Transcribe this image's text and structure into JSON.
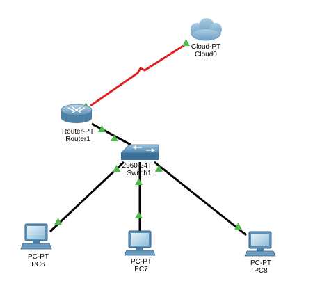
{
  "colors": {
    "ethernet": "#000000",
    "serial": "#e02020",
    "link_up": "#4cbb4c",
    "device_blue": "#5a8fb8"
  },
  "nodes": {
    "cloud": {
      "model": "Cloud-PT",
      "name": "Cloud0",
      "icon": "cloud-icon"
    },
    "router": {
      "model": "Router-PT",
      "name": "Router1",
      "icon": "router-icon"
    },
    "switch": {
      "model": "2960-24TT",
      "name": "Switch1",
      "icon": "switch-icon"
    },
    "pc6": {
      "model": "PC-PT",
      "name": "PC6",
      "icon": "pc-icon"
    },
    "pc7": {
      "model": "PC-PT",
      "name": "PC7",
      "icon": "pc-icon"
    },
    "pc8": {
      "model": "PC-PT",
      "name": "PC8",
      "icon": "pc-icon"
    }
  },
  "links": [
    {
      "from": "Router1",
      "to": "Cloud0",
      "type": "serial",
      "status": "up"
    },
    {
      "from": "Router1",
      "to": "Switch1",
      "type": "ethernet",
      "status": "up"
    },
    {
      "from": "Switch1",
      "to": "PC6",
      "type": "ethernet",
      "status": "up"
    },
    {
      "from": "Switch1",
      "to": "PC7",
      "type": "ethernet",
      "status": "up"
    },
    {
      "from": "Switch1",
      "to": "PC8",
      "type": "ethernet",
      "status": "up"
    }
  ]
}
